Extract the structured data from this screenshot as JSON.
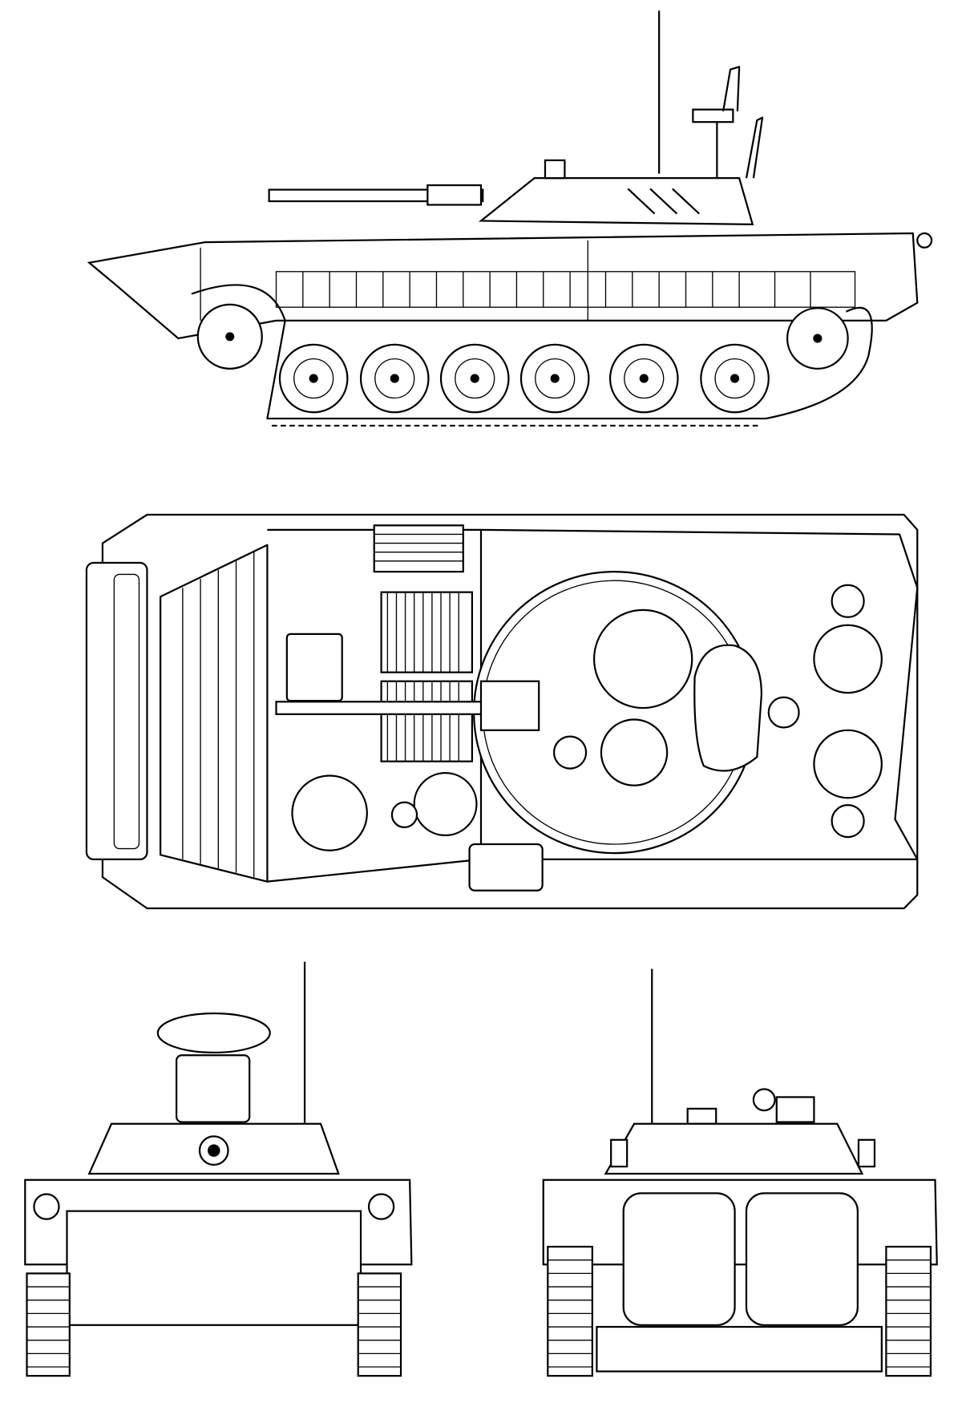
{
  "colors": {
    "line": "#000000",
    "background": "#ffffff"
  },
  "views": [
    {
      "id": "side"
    },
    {
      "id": "top"
    },
    {
      "id": "front"
    },
    {
      "id": "rear"
    }
  ]
}
